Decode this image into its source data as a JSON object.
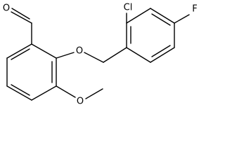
{
  "molecule": {
    "atoms": {
      "aldehyde_oxygen": "O",
      "ether_oxygen": "O",
      "methoxy_oxygen": "O",
      "chlorine": "Cl",
      "fluorine": "F"
    }
  }
}
